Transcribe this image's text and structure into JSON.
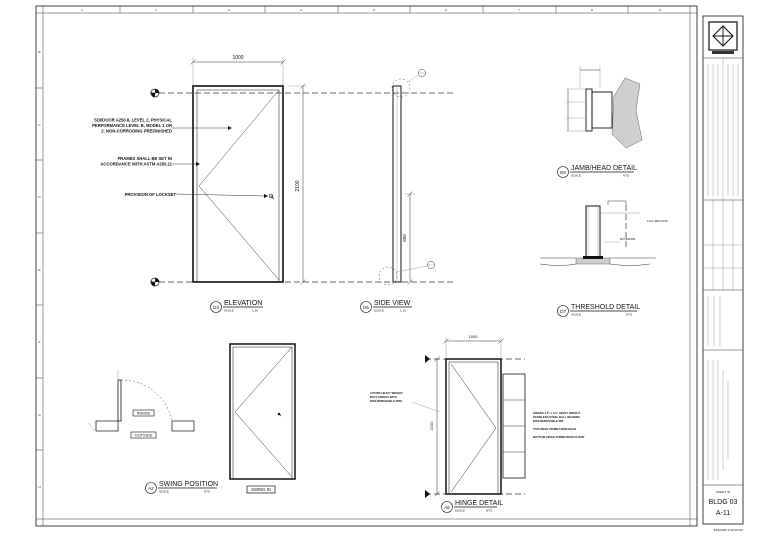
{
  "grid": {
    "columns": [
      "1",
      "2",
      "3",
      "4",
      "5",
      "6",
      "7",
      "8",
      "9"
    ],
    "rows": [
      "B",
      "C",
      "D",
      "E",
      "F",
      "G",
      "H"
    ]
  },
  "elevation": {
    "width_dim": "1000",
    "height_dim": "2100",
    "notes": {
      "note1_line1": "SDI/DOOR A250.8, LEVEL 2, PHYSICAL",
      "note1_line2": "PERFORMANCE LEVEL B, MODEL 1 OR",
      "note1_line3": "2. NON-CORRODING PREFINISHED",
      "note2_line1": "FRAMES SHALL BE SET IN",
      "note2_line2": "ACCORDANCE WITH ASTM A250.11",
      "note3": "PROVISION OF LOCKSET"
    },
    "callout_id": "D3",
    "title": "ELEVATION",
    "scale_label": "SCALE",
    "scale_value": "1:10"
  },
  "side_view": {
    "dim": "850",
    "callout_id": "D5",
    "title": "SIDE VIEW",
    "scale_label": "SCALE",
    "scale_value": "1:10"
  },
  "jamb_head": {
    "callout_id": "E8",
    "title": "JAMB/HEAD DETAIL",
    "scale_label": "SCALE",
    "scale_value": "NTS"
  },
  "threshold": {
    "callout_id": "D7",
    "title": "THRESHOLD DETAIL",
    "scale_label": "SCALE",
    "scale_value": "NTS",
    "label_right": "FULL BEYOND",
    "label_exterior": "EXTERIOR"
  },
  "swing": {
    "label_inside": "INSIDE",
    "label_outside": "OUTSIDE",
    "label_swing_in": "SWING IN",
    "callout_id": "A2",
    "title": "SWING POSITION",
    "scale_label": "SCALE",
    "scale_value": "NTS"
  },
  "hinge": {
    "width_dim": "1000",
    "height_dim": "2100",
    "callout_id": "A6",
    "title": "HINGE DETAIL",
    "scale_label": "SCALE",
    "scale_value": "NTS",
    "note_left_1": "3 PAIRS HEAVY WEIGHT",
    "note_left_2": "BUTT HINGES WITH",
    "note_left_3": "NON-REMOVABLE PINS",
    "note_right_1": "HINGES 4.5\" x 4.5\" HEAVY WEIGHT",
    "note_right_2": "STAINLESS STEEL BALL BEARING",
    "note_right_3": "NON-REMOVABLE PIN",
    "note_right_4": "TOP HINGE 250MM FROM HEAD",
    "note_right_5": "BOTTOM HINGE 250MM FROM FLOOR"
  },
  "title_block": {
    "sheet_label": "SHEET ID",
    "sheet_line1": "BLDG 03",
    "sheet_line2": "A-11",
    "footer": "3/16/2025 3:33:20 PM"
  }
}
